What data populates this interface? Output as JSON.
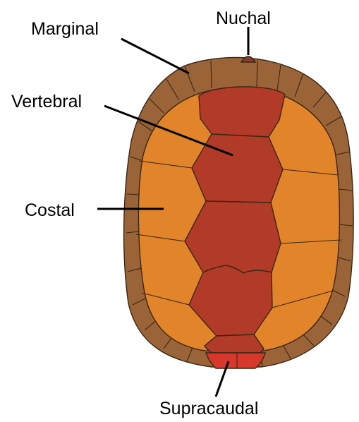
{
  "labels": {
    "nuchal": "Nuchal",
    "marginal": "Marginal",
    "vertebral": "Vertebral",
    "costal": "Costal",
    "supracaudal": "Supracaudal"
  },
  "colors": {
    "marginal_scutes": "#9a6438",
    "costal_scutes": "#e2852a",
    "vertebral_scutes": "#b23a28",
    "supracaudal_scute": "#d8372b",
    "nuchal_scute": "#8a3a28",
    "seams": "#3a2614",
    "leader_lines": "#000000"
  }
}
